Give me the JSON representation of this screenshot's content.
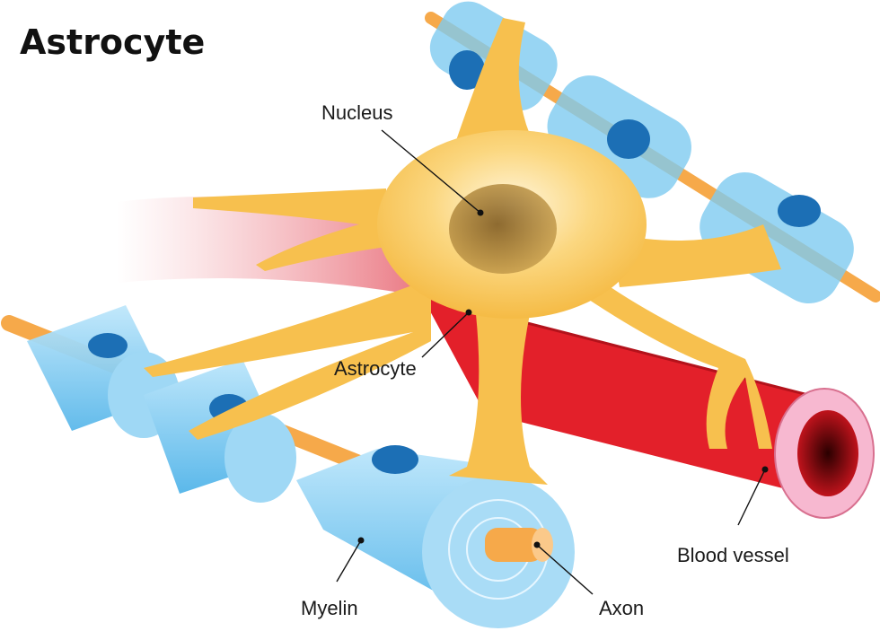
{
  "title": "Astrocyte",
  "labels": {
    "nucleus": "Nucleus",
    "astrocyte": "Astrocyte",
    "blood_vessel": "Blood vessel",
    "myelin": "Myelin",
    "axon": "Axon"
  },
  "colors": {
    "astrocyte": "#f7c04e",
    "blood_vessel": "#e3202a",
    "myelin": "#7ecbf0",
    "axon": "#f6a94a",
    "nucleus": "#8a6a2a"
  }
}
